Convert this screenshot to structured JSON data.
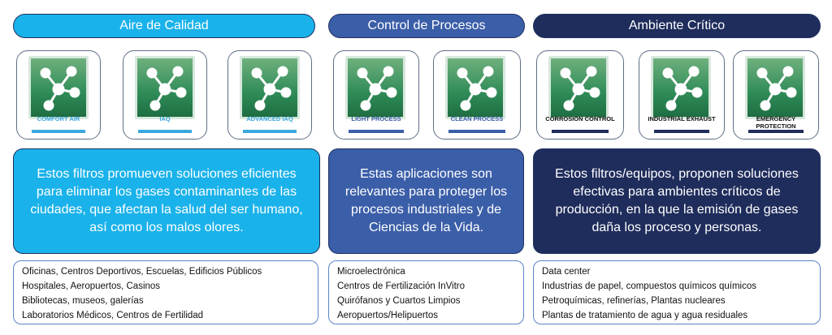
{
  "columns": [
    {
      "title": "Aire de Calidad",
      "color": "#1ab2ea",
      "products": [
        {
          "label": "COMFORT AIR",
          "icon": "molecule-icon"
        },
        {
          "label": "IAQ",
          "icon": "molecule-icon"
        },
        {
          "label": "ADVANCED IAQ",
          "icon": "molecule-icon"
        }
      ],
      "description": "Estos filtros promueven soluciones eficientes para eliminar los gases contaminantes de las ciudades, que afectan la salud del ser humano, así como los malos olores.",
      "applications": [
        "Oficinas, Centros Deportivos, Escuelas, Edificios Públicos",
        "Hospitales, Aeropuertos, Casinos",
        "Bibliotecas, museos, galerías",
        "Laboratorios Médicos, Centros de Fertilidad"
      ]
    },
    {
      "title": "Control de Procesos",
      "color": "#3b5ea8",
      "products": [
        {
          "label": "LIGHT PROCESS",
          "icon": "molecule-icon"
        },
        {
          "label": "CLEAN PROCESS",
          "icon": "molecule-icon"
        }
      ],
      "description": "Estas aplicaciones son relevantes para proteger los procesos industriales y de Ciencias de la Vida.",
      "applications": [
        "Microelectrónica",
        "Centros de Fertilización InVitro",
        "Quirófanos y Cuartos Limpios",
        "Aeropuertos/Helipuertos"
      ]
    },
    {
      "title": "Ambiente Crítico",
      "color": "#1f2d5c",
      "products": [
        {
          "label": "CORROSION CONTROL",
          "icon": "molecule-icon"
        },
        {
          "label": "INDUSTRIAL EXHAUST",
          "icon": "molecule-icon"
        },
        {
          "label": "EMERGENCY PROTECTION",
          "icon": "molecule-icon"
        }
      ],
      "description": "Estos filtros/equipos, proponen soluciones efectivas para ambientes críticos de producción, en la que la emisión de gases daña los proceso y personas.",
      "applications": [
        "Data center",
        "Industrias de papel, compuestos químicos químicos",
        "Petroquímicas, refinerías, Plantas nucleares",
        "Plantas de tratamiento de agua y agua residuales"
      ]
    }
  ]
}
